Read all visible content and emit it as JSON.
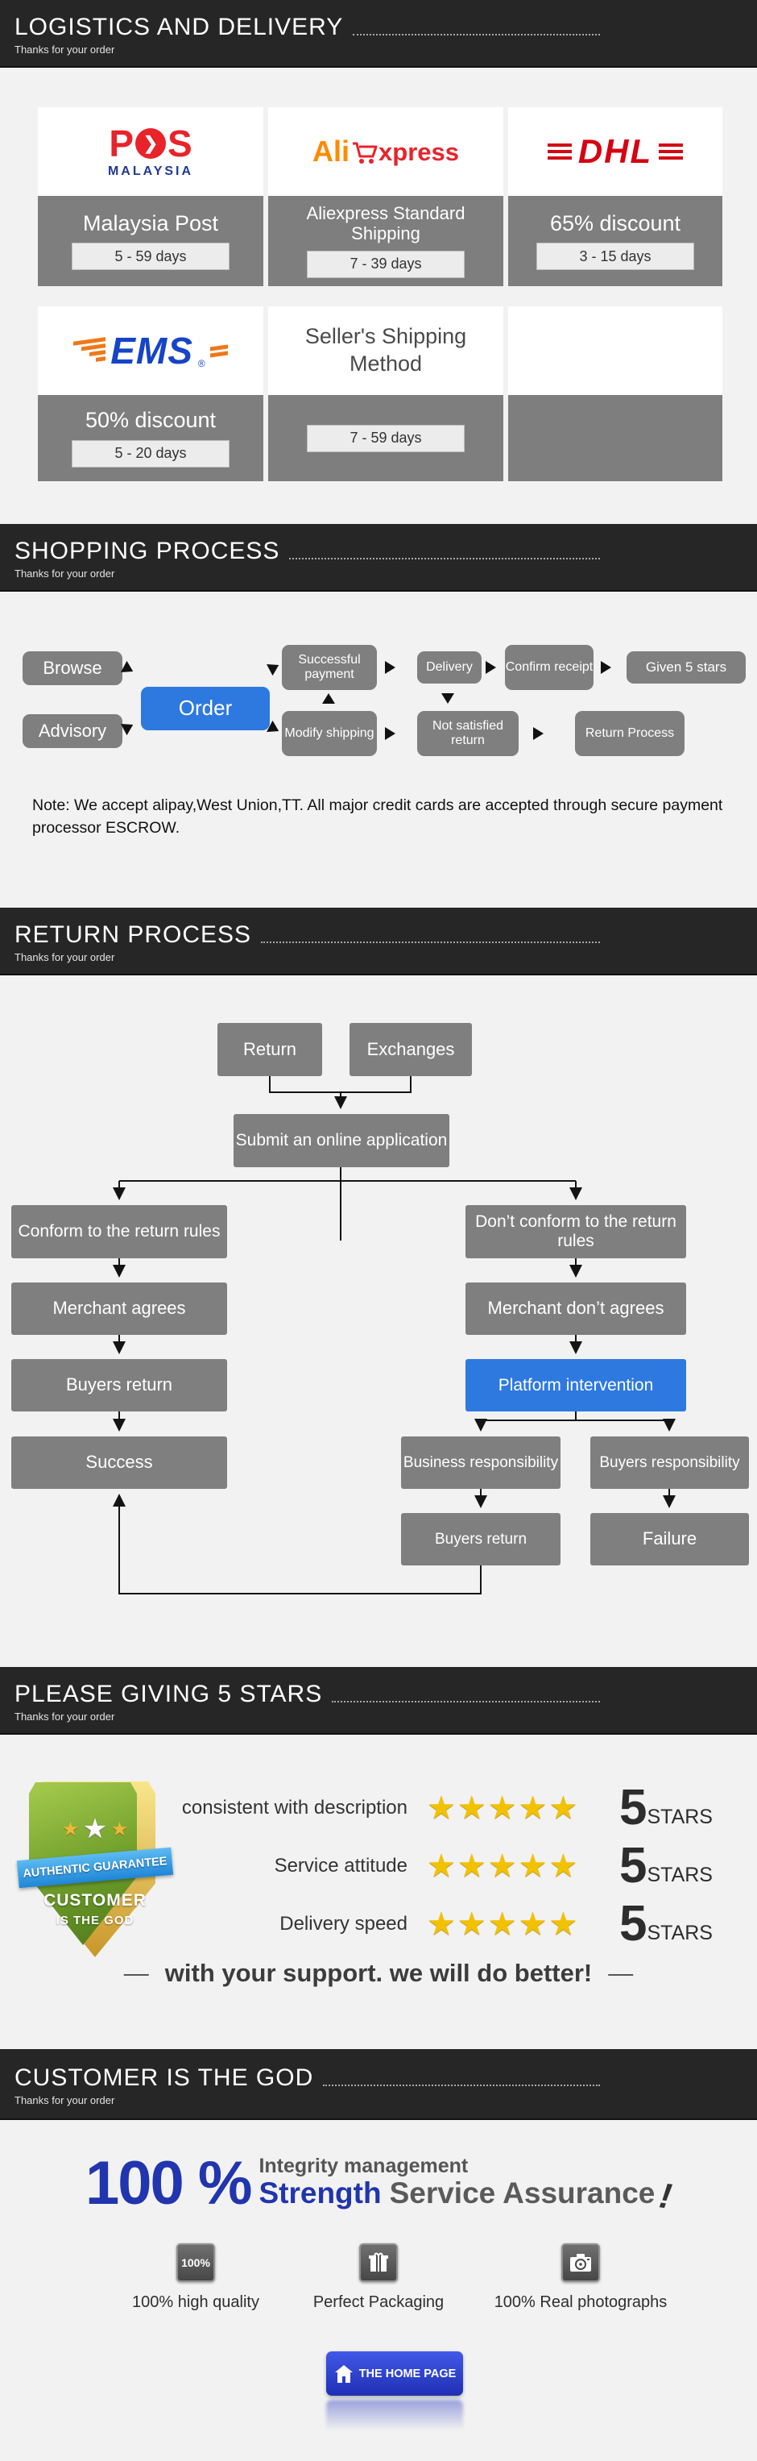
{
  "sections": {
    "logistics": {
      "title": "LOGISTICS AND DELIVERY",
      "subtitle": "Thanks for your order"
    },
    "shopping": {
      "title": "SHOPPING PROCESS",
      "subtitle": "Thanks for your order"
    },
    "return_process": {
      "title": "RETURN PROCESS",
      "subtitle": "Thanks for your order"
    },
    "five_stars": {
      "title": "PLEASE GIVING 5 STARS",
      "subtitle": "Thanks for your order"
    },
    "customer_god": {
      "title": "CUSTOMER IS THE GOD",
      "subtitle": "Thanks for your order"
    }
  },
  "logistics_table": {
    "pos": {
      "p": "P",
      "chevron": "❯",
      "s": "S",
      "sub": "MALAYSIA",
      "name": "Malaysia Post",
      "days": "5 - 59 days"
    },
    "ali": {
      "part1": "Ali",
      "part2": "xpress",
      "name": "Aliexpress Standard Shipping",
      "days": "7 - 39 days"
    },
    "dhl": {
      "text": "DHL",
      "name": "65% discount",
      "days": "3 - 15 days"
    },
    "ems": {
      "text": "EMS",
      "reg": "®",
      "name": "50% discount",
      "days": "5 - 20 days"
    },
    "seller": {
      "text": "Seller's Shipping Method",
      "days": "7 - 59 days"
    }
  },
  "shopping_flow": {
    "browse": "Browse",
    "advisory": "Advisory",
    "order": "Order",
    "successful_payment": "Successful payment",
    "delivery": "Delivery",
    "confirm_receipt": "Confirm receipt",
    "given_5_stars": "Given 5 stars",
    "modify_shipping": "Modify shipping",
    "not_satisfied_return": "Not satisfied return",
    "return_process": "Return Process"
  },
  "note": "Note: We accept alipay,West Union,TT. All major credit cards are accepted through secure payment processor ESCROW.",
  "return_flow": {
    "return": "Return",
    "exchanges": "Exchanges",
    "submit": "Submit an online application",
    "conform": "Conform to the return rules",
    "dont_conform": "Don’t conform to the return rules",
    "merchant_agrees": "Merchant agrees",
    "merchant_dont_agrees": "Merchant don’t agrees",
    "buyers_return": "Buyers return",
    "platform": "Platform intervention",
    "success": "Success",
    "business_responsibility": "Business responsibility",
    "buyers_responsibility": "Buyers responsibility",
    "buyers_return2": "Buyers return",
    "failure": "Failure"
  },
  "ratings": {
    "badge": {
      "ribbon": "AUTHENTIC GUARANTEE",
      "line1": "CUSTOMER",
      "line2": "IS THE GOD"
    },
    "rows": [
      {
        "label": "consistent with description"
      },
      {
        "label": "Service attitude"
      },
      {
        "label": "Delivery speed"
      }
    ],
    "star": "★",
    "stars_line": "★★★★★",
    "score": "5",
    "score_suffix": "STARS",
    "dash": "—",
    "support": "with your support. we will do better!"
  },
  "customer": {
    "percent": "100 %",
    "integrity": "Integrity management",
    "strength": "Strength",
    "assurance": "Service Assurance",
    "bang": "!",
    "features": [
      {
        "badge_text": "100%",
        "label": "100% high quality"
      },
      {
        "label": "Perfect Packaging"
      },
      {
        "label": "100% Real photographs"
      }
    ],
    "home_button": "THE HOME PAGE"
  },
  "colors": {
    "header_bg": "#262626",
    "box_gray": "#7f7f7f",
    "accent_blue": "#2e79e0",
    "brand_blue": "#2135ae",
    "star_gold": "#f2c200",
    "pos_red": "#e8232a",
    "ali_orange": "#ff8a00",
    "dhl_red": "#d40511",
    "ems_blue": "#1544c8"
  }
}
